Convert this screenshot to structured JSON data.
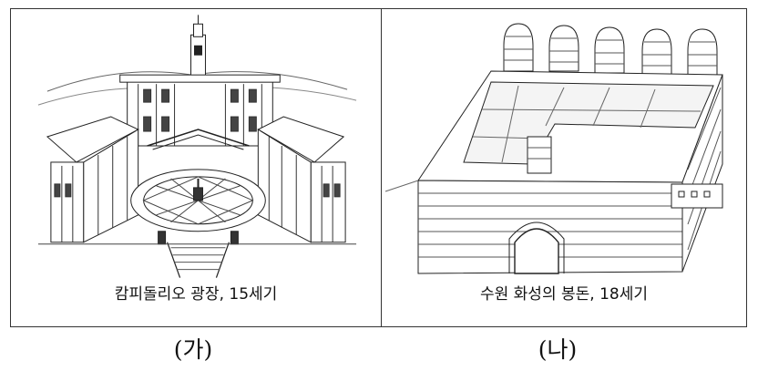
{
  "figures": [
    {
      "icon": "campidoglio-square-drawing",
      "caption": "캄피돌리오 광장, 15세기",
      "label": "(가)"
    },
    {
      "icon": "hwaseong-bongdon-drawing",
      "caption": "수원 화성의 봉돈, 18세기",
      "label": "(나)"
    }
  ]
}
